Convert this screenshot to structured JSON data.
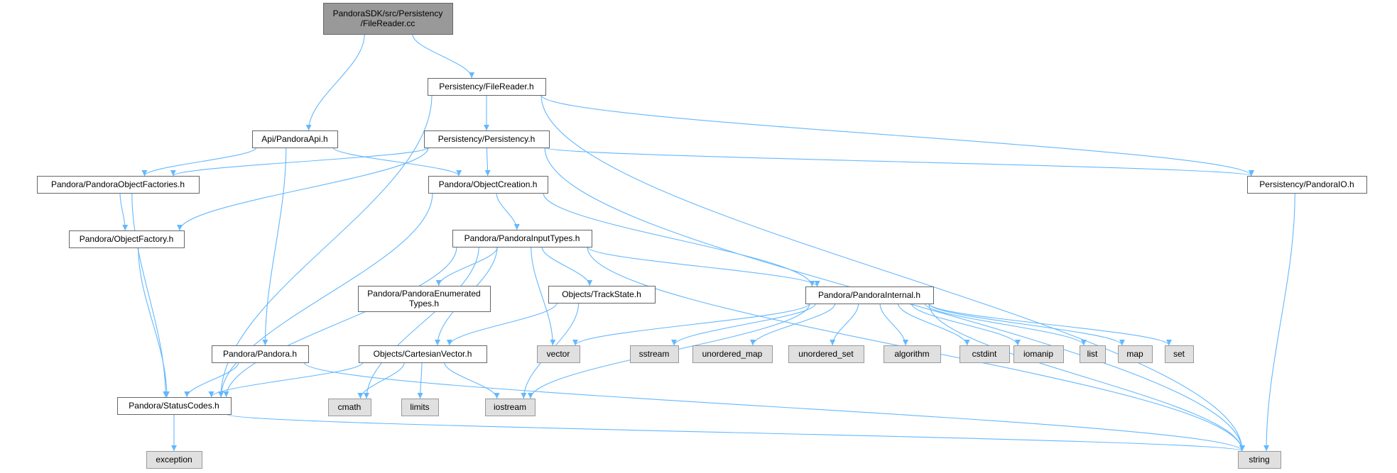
{
  "graph": {
    "nodes": [
      {
        "id": "root",
        "kind": "root",
        "lines": [
          "PandoraSDK/src/Persistency",
          "/FileReader.cc"
        ]
      },
      {
        "id": "filereader_h",
        "kind": "file",
        "lines": [
          "Persistency/FileReader.h"
        ]
      },
      {
        "id": "pandoraapi_h",
        "kind": "file",
        "lines": [
          "Api/PandoraApi.h"
        ]
      },
      {
        "id": "persistency_h",
        "kind": "file",
        "lines": [
          "Persistency/Persistency.h"
        ]
      },
      {
        "id": "objectfactories_h",
        "kind": "file",
        "lines": [
          "Pandora/PandoraObjectFactories.h"
        ]
      },
      {
        "id": "objectcreation_h",
        "kind": "file",
        "lines": [
          "Pandora/ObjectCreation.h"
        ]
      },
      {
        "id": "pandoraio_h",
        "kind": "file",
        "lines": [
          "Persistency/PandoraIO.h"
        ]
      },
      {
        "id": "objectfactory_h",
        "kind": "file",
        "lines": [
          "Pandora/ObjectFactory.h"
        ]
      },
      {
        "id": "inputtypes_h",
        "kind": "file",
        "lines": [
          "Pandora/PandoraInputTypes.h"
        ]
      },
      {
        "id": "enumerated_h",
        "kind": "file",
        "lines": [
          "Pandora/PandoraEnumerated",
          "Types.h"
        ]
      },
      {
        "id": "trackstate_h",
        "kind": "file",
        "lines": [
          "Objects/TrackState.h"
        ]
      },
      {
        "id": "internal_h",
        "kind": "file",
        "lines": [
          "Pandora/PandoraInternal.h"
        ]
      },
      {
        "id": "pandora_h",
        "kind": "file",
        "lines": [
          "Pandora/Pandora.h"
        ]
      },
      {
        "id": "cartesian_h",
        "kind": "file",
        "lines": [
          "Objects/CartesianVector.h"
        ]
      },
      {
        "id": "vector",
        "kind": "sys",
        "lines": [
          "vector"
        ]
      },
      {
        "id": "sstream",
        "kind": "sys",
        "lines": [
          "sstream"
        ]
      },
      {
        "id": "unordered_map",
        "kind": "sys",
        "lines": [
          "unordered_map"
        ]
      },
      {
        "id": "unordered_set",
        "kind": "sys",
        "lines": [
          "unordered_set"
        ]
      },
      {
        "id": "algorithm",
        "kind": "sys",
        "lines": [
          "algorithm"
        ]
      },
      {
        "id": "cstdint",
        "kind": "sys",
        "lines": [
          "cstdint"
        ]
      },
      {
        "id": "iomanip",
        "kind": "sys",
        "lines": [
          "iomanip"
        ]
      },
      {
        "id": "list",
        "kind": "sys",
        "lines": [
          "list"
        ]
      },
      {
        "id": "map",
        "kind": "sys",
        "lines": [
          "map"
        ]
      },
      {
        "id": "set",
        "kind": "sys",
        "lines": [
          "set"
        ]
      },
      {
        "id": "statuscodes_h",
        "kind": "file",
        "lines": [
          "Pandora/StatusCodes.h"
        ]
      },
      {
        "id": "cmath",
        "kind": "sys",
        "lines": [
          "cmath"
        ]
      },
      {
        "id": "limits",
        "kind": "sys",
        "lines": [
          "limits"
        ]
      },
      {
        "id": "iostream",
        "kind": "sys",
        "lines": [
          "iostream"
        ]
      },
      {
        "id": "exception",
        "kind": "sys",
        "lines": [
          "exception"
        ]
      },
      {
        "id": "string",
        "kind": "sys",
        "lines": [
          "string"
        ]
      }
    ],
    "edges": [
      [
        "root",
        "filereader_h"
      ],
      [
        "root",
        "pandoraapi_h"
      ],
      [
        "filereader_h",
        "persistency_h"
      ],
      [
        "filereader_h",
        "pandoraio_h"
      ],
      [
        "filereader_h",
        "statuscodes_h"
      ],
      [
        "filereader_h",
        "string"
      ],
      [
        "pandoraapi_h",
        "objectfactories_h"
      ],
      [
        "pandoraapi_h",
        "objectcreation_h"
      ],
      [
        "pandoraapi_h",
        "pandora_h"
      ],
      [
        "persistency_h",
        "objectcreation_h"
      ],
      [
        "persistency_h",
        "objectfactories_h"
      ],
      [
        "persistency_h",
        "objectfactory_h"
      ],
      [
        "persistency_h",
        "pandoraio_h"
      ],
      [
        "persistency_h",
        "string"
      ],
      [
        "objectfactories_h",
        "objectfactory_h"
      ],
      [
        "objectfactories_h",
        "statuscodes_h"
      ],
      [
        "objectcreation_h",
        "inputtypes_h"
      ],
      [
        "objectcreation_h",
        "internal_h"
      ],
      [
        "objectcreation_h",
        "statuscodes_h"
      ],
      [
        "pandoraio_h",
        "string"
      ],
      [
        "objectfactory_h",
        "statuscodes_h"
      ],
      [
        "inputtypes_h",
        "enumerated_h"
      ],
      [
        "inputtypes_h",
        "trackstate_h"
      ],
      [
        "inputtypes_h",
        "internal_h"
      ],
      [
        "inputtypes_h",
        "cartesian_h"
      ],
      [
        "inputtypes_h",
        "cmath"
      ],
      [
        "inputtypes_h",
        "statuscodes_h"
      ],
      [
        "inputtypes_h",
        "vector"
      ],
      [
        "inputtypes_h",
        "string"
      ],
      [
        "trackstate_h",
        "cartesian_h"
      ],
      [
        "trackstate_h",
        "iostream"
      ],
      [
        "internal_h",
        "vector"
      ],
      [
        "internal_h",
        "sstream"
      ],
      [
        "internal_h",
        "unordered_map"
      ],
      [
        "internal_h",
        "unordered_set"
      ],
      [
        "internal_h",
        "algorithm"
      ],
      [
        "internal_h",
        "cstdint"
      ],
      [
        "internal_h",
        "iomanip"
      ],
      [
        "internal_h",
        "list"
      ],
      [
        "internal_h",
        "map"
      ],
      [
        "internal_h",
        "set"
      ],
      [
        "internal_h",
        "string"
      ],
      [
        "internal_h",
        "iostream"
      ],
      [
        "pandora_h",
        "statuscodes_h"
      ],
      [
        "pandora_h",
        "string"
      ],
      [
        "cartesian_h",
        "statuscodes_h"
      ],
      [
        "cartesian_h",
        "cmath"
      ],
      [
        "cartesian_h",
        "limits"
      ],
      [
        "cartesian_h",
        "iostream"
      ],
      [
        "statuscodes_h",
        "exception"
      ],
      [
        "statuscodes_h",
        "string"
      ]
    ]
  },
  "colors": {
    "root_fill": "#999999",
    "file_fill": "#ffffff",
    "sys_fill": "#e0e0e0",
    "border": "#666666",
    "sys_border": "#999999",
    "edge": "#63b8ff",
    "text": "#000000"
  }
}
